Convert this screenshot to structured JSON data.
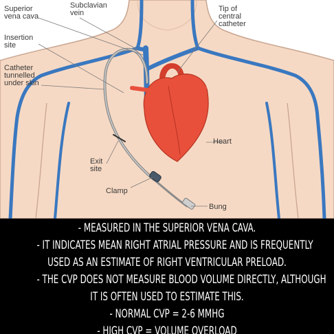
{
  "labels": {
    "superior_vena_cava": [
      "Superior",
      "vena cava"
    ],
    "subclavian_vein": [
      "Subclavian",
      "vein"
    ],
    "tip_of_catheter": [
      "Tip of",
      "central",
      "catheter"
    ],
    "insertion_site": [
      "Insertion",
      "site"
    ],
    "catheter_tunnelled": [
      "Catheter",
      "tunnelled",
      "under skin"
    ],
    "heart": "Heart",
    "exit_site": [
      "Exit",
      "site"
    ],
    "clamp": "Clamp",
    "bung": "Bung"
  },
  "caption": {
    "lines": [
      "- Measured in the superior vena cava.",
      "- It indicates mean right atrial pressure and is frequently",
      "used as an estimate of right ventricular preload.",
      "- The CVP does not measure blood volume directly, although",
      "it is often used to estimate this.",
      "- Normal CVP = 2-6 mmHg",
      "- High CVP = volume overload"
    ]
  },
  "colors": {
    "skin": "#f6d9c4",
    "skin_outline": "#c8a590",
    "vein": "#3a78c0",
    "heart": "#e8503c",
    "caption_bg": "#000000",
    "caption_text": "#ffffff"
  }
}
